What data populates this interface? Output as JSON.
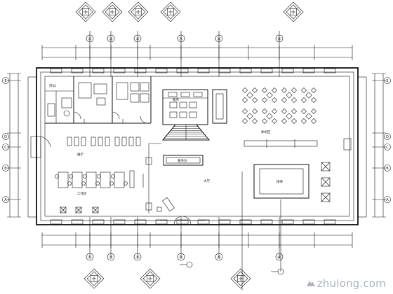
{
  "drawing": {
    "axis_labels_top": [
      "①",
      "②",
      "③",
      "④",
      "⑤",
      "⑥"
    ],
    "axis_labels_bottom": [
      "①",
      "②",
      "③",
      "④",
      "⑤",
      "⑥"
    ],
    "axis_labels_left": [
      "E",
      "D",
      "C",
      "B",
      "A"
    ],
    "axis_labels_right": [
      "E",
      "D",
      "C",
      "B",
      "A"
    ],
    "room_labels": {
      "office": "办公",
      "work_area": "工作区",
      "service": "服务",
      "hall": "大厅",
      "counter": "服务台",
      "display": "展示",
      "lounge": "休闲区",
      "reception": "接待"
    }
  },
  "watermark": {
    "text": "zhulong.com"
  },
  "colors": {
    "line": "#111111",
    "watermark": "#a9b4be",
    "background": "#ffffff"
  }
}
